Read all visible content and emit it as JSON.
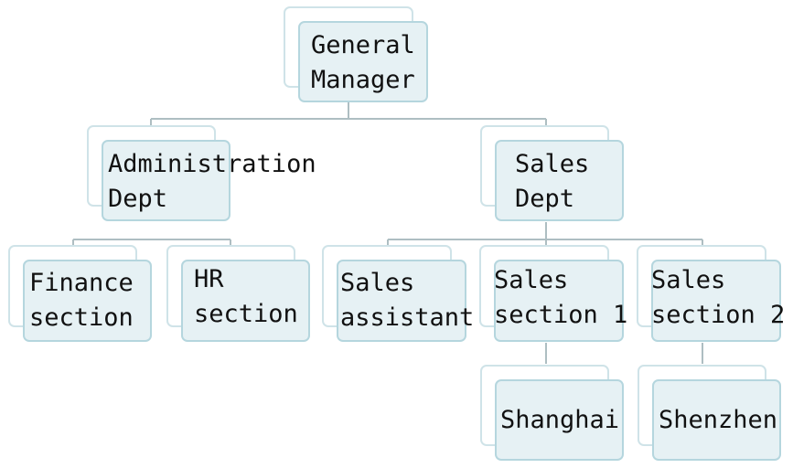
{
  "colors": {
    "line": "#aebec2",
    "box_fill": "#e6f1f4",
    "box_border": "#b5d6de",
    "back_border": "#cfe3e8",
    "text": "#111111"
  },
  "org_chart": {
    "general_manager": "General\nManager",
    "administration_dept": "Administration\nDept",
    "sales_dept": "Sales\nDept",
    "finance_section": "Finance\nsection",
    "hr_section": "HR\nsection",
    "sales_assistant": "Sales\nassistant",
    "sales_section_1": "Sales\nsection 1",
    "sales_section_2": "Sales\nsection 2",
    "shanghai": "Shanghai",
    "shenzhen": "Shenzhen"
  }
}
